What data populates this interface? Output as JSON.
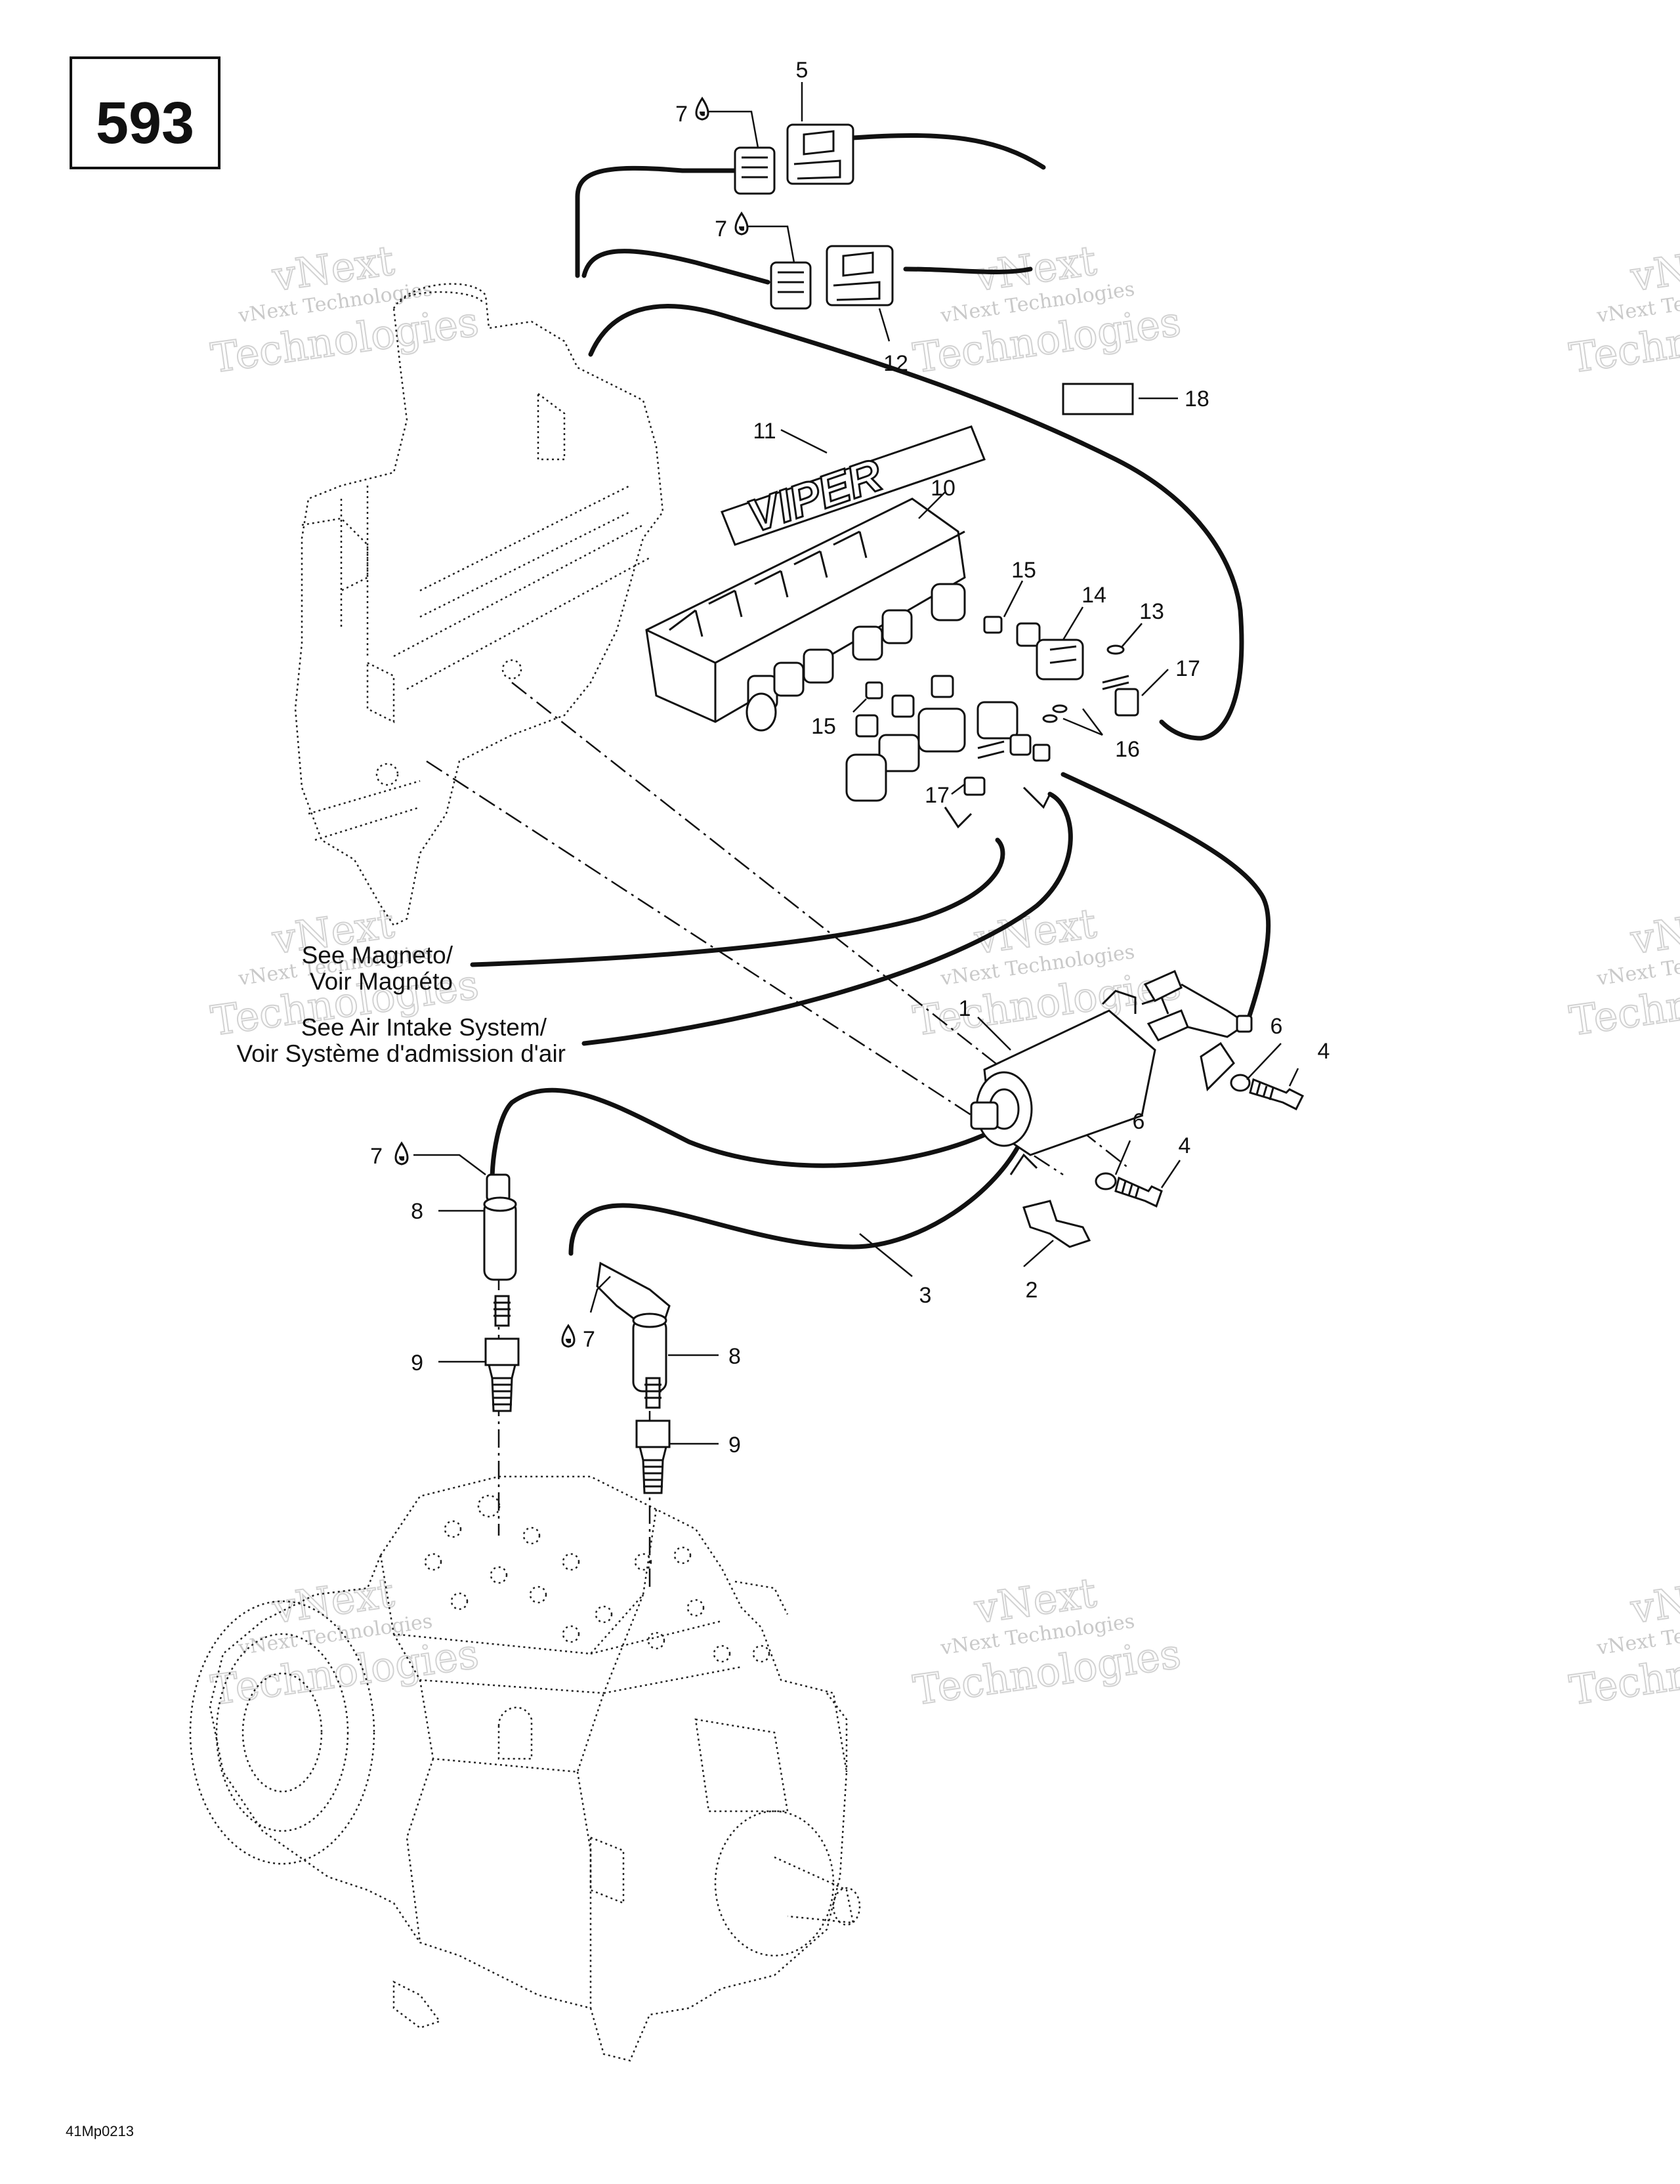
{
  "page_number": "593",
  "drawing_code": "41Mp0213",
  "callouts": {
    "c1": "1",
    "c2": "2",
    "c3": "3",
    "c4a": "4",
    "c4b": "4",
    "c5": "5",
    "c6a": "6",
    "c6b": "6",
    "c7a": "7",
    "c7b": "7",
    "c7c": "7",
    "c7d": "7",
    "c8a": "8",
    "c8b": "8",
    "c9a": "9",
    "c9b": "9",
    "c10": "10",
    "c11": "11",
    "c12": "12",
    "c13": "13",
    "c14": "14",
    "c15a": "15",
    "c15b": "15",
    "c16": "16",
    "c17a": "17",
    "c17b": "17",
    "c18": "18"
  },
  "references": {
    "magneto_line1": "See Magneto/",
    "magneto_line2": "Voir Magnéto",
    "air_line1": "See Air Intake System/",
    "air_line2": "Voir Système d'admission d'air"
  },
  "logo_text": "VIPER",
  "watermark": {
    "line1": "vNext Technologies",
    "line2": "vNext",
    "line3": "Technologies"
  },
  "symbols": {
    "lubricant": "drop-icon"
  }
}
